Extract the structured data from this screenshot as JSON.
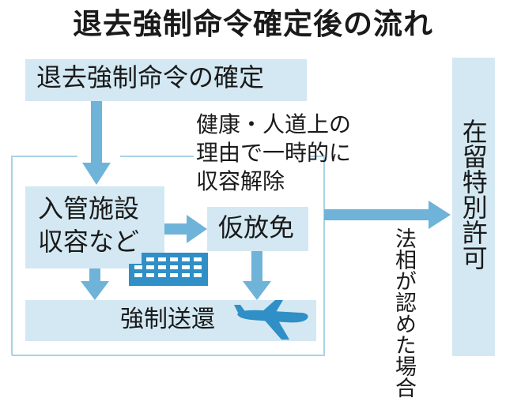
{
  "title": "退去強制命令確定後の流れ",
  "nodes": {
    "order_final": "退去強制命令の確定",
    "detention": [
      "入管施設",
      "収容など"
    ],
    "provisional_release": "仮放免",
    "deportation": "強制送還",
    "special_permission": "在留特別許可"
  },
  "notes": {
    "release_reason": [
      "健康・人道上の",
      "理由で一時的に",
      "収容解除"
    ],
    "minister_approval": "法相が認めた場合"
  },
  "icons": [
    "building-icon",
    "airplane-icon"
  ],
  "colors": {
    "box_fill": "#d3e8f2",
    "arrow": "#6fb3d9",
    "frame_line": "#a9d2e8",
    "building": "#2f8fc6",
    "airplane": "#2f8fc6",
    "text": "#1a1a1a"
  }
}
